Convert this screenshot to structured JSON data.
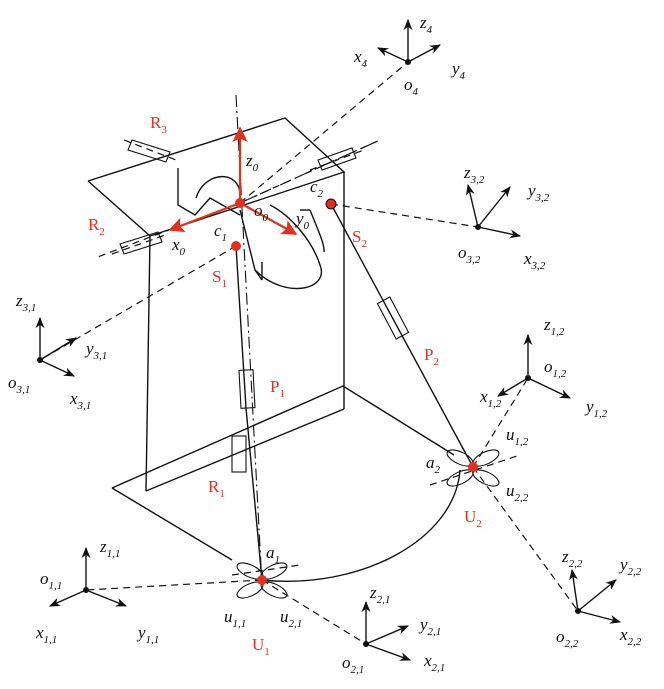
{
  "labels": {
    "R1": [
      "R",
      "1"
    ],
    "R2": [
      "R",
      "2"
    ],
    "R3": [
      "R",
      "3"
    ],
    "S1": [
      "S",
      "1"
    ],
    "S2": [
      "S",
      "2"
    ],
    "P1": [
      "P",
      "1"
    ],
    "P2": [
      "P",
      "2"
    ],
    "U1": [
      "U",
      "1"
    ],
    "U2": [
      "U",
      "2"
    ],
    "c1": [
      "c",
      "1"
    ],
    "c2": [
      "c",
      "2"
    ],
    "a1": [
      "a",
      "1"
    ],
    "a2": [
      "a",
      "2"
    ],
    "u11": [
      "u",
      "1,1"
    ],
    "u21": [
      "u",
      "2,1"
    ],
    "u12": [
      "u",
      "1,2"
    ],
    "u22": [
      "u",
      "2,2"
    ],
    "o0": [
      "o",
      "0"
    ],
    "x0": [
      "x",
      "0"
    ],
    "y0": [
      "y",
      "0"
    ],
    "z0": [
      "z",
      "0"
    ],
    "o4": [
      "o",
      "4"
    ],
    "x4": [
      "x",
      "4"
    ],
    "y4": [
      "y",
      "4"
    ],
    "z4": [
      "z",
      "4"
    ],
    "o32": [
      "o",
      "3,2"
    ],
    "x32": [
      "x",
      "3,2"
    ],
    "y32": [
      "y",
      "3,2"
    ],
    "z32": [
      "z",
      "3,2"
    ],
    "o31": [
      "o",
      "3,1"
    ],
    "x31": [
      "x",
      "3,1"
    ],
    "y31": [
      "y",
      "3,1"
    ],
    "z31": [
      "z",
      "3,1"
    ],
    "o12": [
      "o",
      "1,2"
    ],
    "x12": [
      "x",
      "1,2"
    ],
    "y12": [
      "y",
      "1,2"
    ],
    "z12": [
      "z",
      "1,2"
    ],
    "o11": [
      "o",
      "1,1"
    ],
    "x11": [
      "x",
      "1,1"
    ],
    "y11": [
      "y",
      "1,1"
    ],
    "z11": [
      "z",
      "1,1"
    ],
    "o21": [
      "o",
      "2,1"
    ],
    "x21": [
      "x",
      "2,1"
    ],
    "y21": [
      "y",
      "2,1"
    ],
    "z21": [
      "z",
      "2,1"
    ],
    "o22": [
      "o",
      "2,2"
    ],
    "x22": [
      "x",
      "2,2"
    ],
    "y22": [
      "y",
      "2,2"
    ],
    "z22": [
      "z",
      "2,2"
    ]
  },
  "colors": {
    "red": "#e0301e",
    "ink": "#111111"
  }
}
